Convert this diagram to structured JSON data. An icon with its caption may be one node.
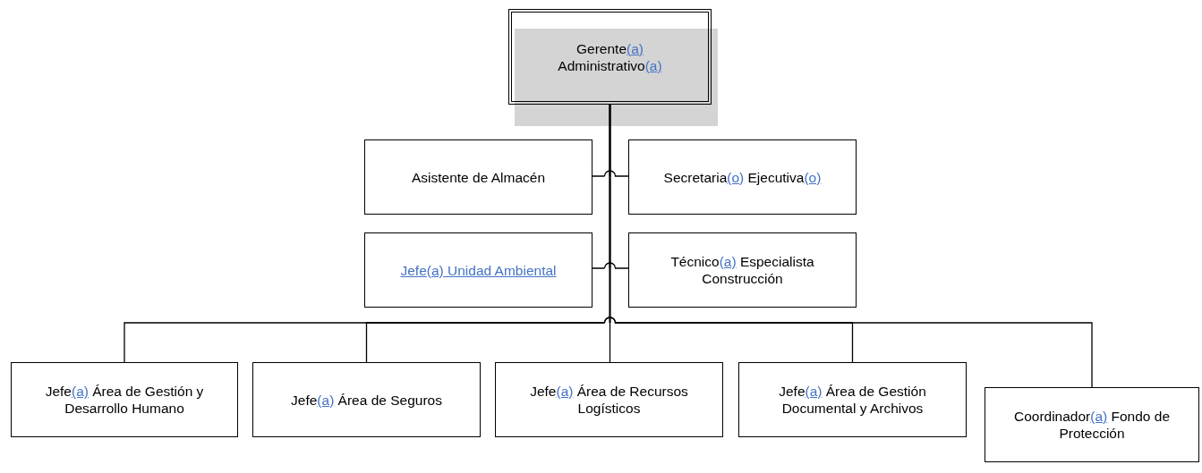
{
  "diagram": {
    "nodes": [
      {
        "text": [
          "Gerente(a) Administrativo(a)"
        ]
      },
      {
        "text": [
          "Asistente de Almacén"
        ]
      },
      {
        "text": [
          "Secretaria(o) Ejecutiva(o)"
        ]
      },
      {
        "text": [
          "Jefe(a) Unidad Ambiental"
        ]
      },
      {
        "text": [
          "Técnico(a) Especialista Construcción"
        ]
      },
      {
        "text": [
          "Jefe(a) Área de Gestión y Desarrollo Humano"
        ]
      },
      {
        "text": [
          "Jefe(a) Área de Seguros"
        ]
      },
      {
        "text": [
          "Jefe(a) Área de Recursos Logísticos"
        ]
      },
      {
        "text": [
          "Jefe(a) Área de Gestión Documental y Archivos"
        ]
      },
      {
        "text": [
          "Coordinador(a) Fondo de Protección"
        ]
      }
    ],
    "edges": [
      {
        "from": 0,
        "to": 1,
        "arrow": "none"
      },
      {
        "from": 0,
        "to": 2,
        "arrow": "none"
      },
      {
        "from": 0,
        "to": 3,
        "arrow": "none"
      },
      {
        "from": 0,
        "to": 4,
        "arrow": "none"
      },
      {
        "from": 0,
        "to": 5,
        "arrow": "none"
      },
      {
        "from": 0,
        "to": 6,
        "arrow": "none"
      },
      {
        "from": 0,
        "to": 7,
        "arrow": "none"
      },
      {
        "from": 0,
        "to": 8,
        "arrow": "none"
      },
      {
        "from": 0,
        "to": 9,
        "arrow": "none"
      }
    ]
  }
}
